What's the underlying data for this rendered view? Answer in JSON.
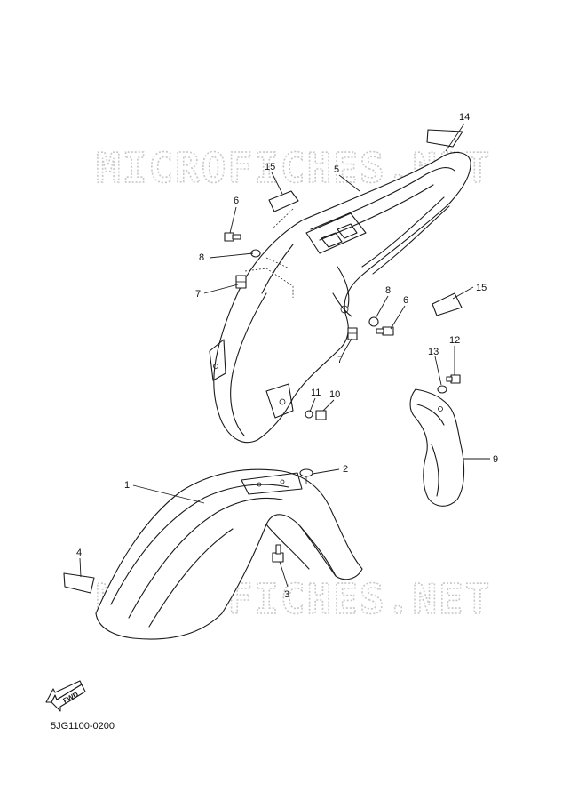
{
  "watermark_text": "MICROFICHES.NET",
  "diagram_code": "5JG1100-0200",
  "fwd_label": "FWD",
  "callouts": [
    {
      "id": "c14a",
      "label": "14"
    },
    {
      "id": "c5",
      "label": "5"
    },
    {
      "id": "c15a",
      "label": "15"
    },
    {
      "id": "c6a",
      "label": "6"
    },
    {
      "id": "c8a",
      "label": "8"
    },
    {
      "id": "c7a",
      "label": "7"
    },
    {
      "id": "c15b",
      "label": "15"
    },
    {
      "id": "c8b",
      "label": "8"
    },
    {
      "id": "c6b",
      "label": "6"
    },
    {
      "id": "c7b",
      "label": "7"
    },
    {
      "id": "c13",
      "label": "13"
    },
    {
      "id": "c12",
      "label": "12"
    },
    {
      "id": "c11",
      "label": "11"
    },
    {
      "id": "c10",
      "label": "10"
    },
    {
      "id": "c9",
      "label": "9"
    },
    {
      "id": "c2",
      "label": "2"
    },
    {
      "id": "c1",
      "label": "1"
    },
    {
      "id": "c4",
      "label": "4"
    },
    {
      "id": "c3",
      "label": "3"
    }
  ]
}
